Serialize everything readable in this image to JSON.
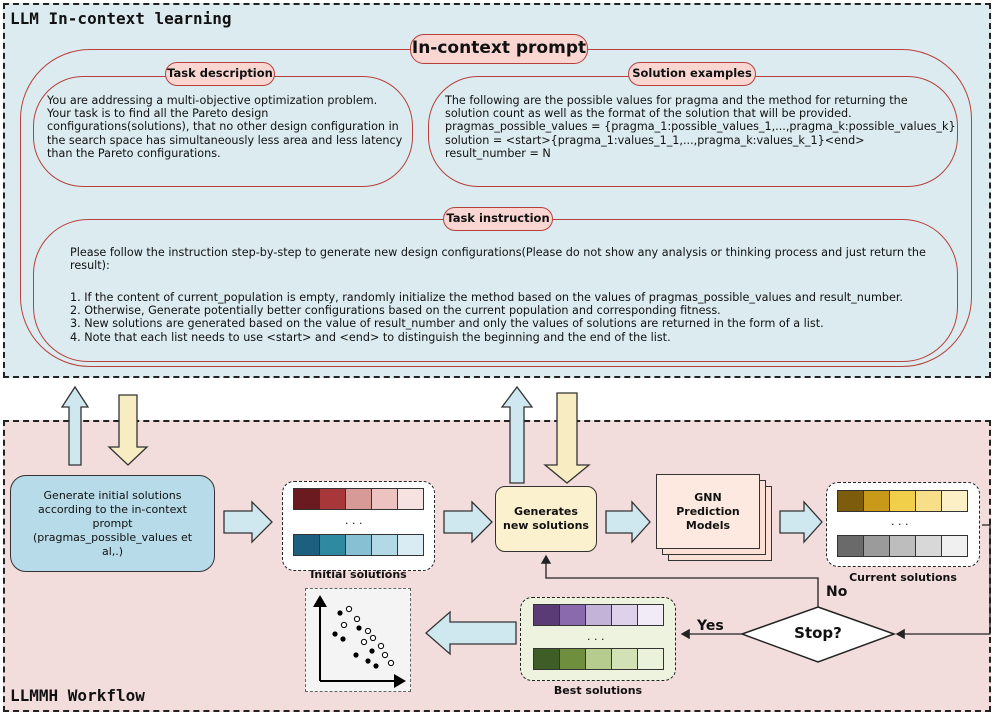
{
  "top_panel": {
    "title": "LLM In-context learning",
    "prompt_label": "In-context prompt",
    "task_description": {
      "label": "Task description",
      "lines": [
        "You are addressing a multi-objective optimization problem.",
        "Your task is to find all the Pareto design",
        "configurations(solutions), that no other design configuration in",
        "the search space has simultaneously less area and less latency",
        "than the Pareto configurations."
      ]
    },
    "solution_examples": {
      "label": "Solution examples",
      "lines": [
        "The following are the possible values for pragma and the method for returning the",
        "solution count as well as the format of the solution that will be provided.",
        "pragmas_possible_values = {pragma_1:possible_values_1,...,pragma_k:possible_values_k}",
        "solution = <start>{pragma_1:values_1_1,...,pragma_k:values_k_1}<end>",
        "result_number = N"
      ]
    },
    "task_instruction": {
      "label": "Task instruction",
      "intro_lines": [
        "Please follow the instruction step-by-step to generate new design configurations(Please do not show any analysis or thinking process and just return the",
        "result):"
      ],
      "steps": [
        "1. If the content of current_population is empty, randomly initialize the method based on the values of pragmas_possible_values and result_number.",
        "2. Otherwise, Generate potentially better configurations based on the current population and corresponding fitness.",
        "3. New solutions are generated based on the value of result_number and only the values of solutions are returned in the form of a list.",
        "4. Note that each list needs to use <start> and <end> to distinguish the beginning and the end of the list."
      ]
    }
  },
  "workflow": {
    "title": "LLMMH Workflow",
    "generate_initial": "Generate initial solutions according to the in-context prompt (pragmas_possible_values et al,.)",
    "initial_solutions_label": "Initial solutions",
    "generates_new": "Generates new solutions",
    "gnn_models": "GNN Prediction Models",
    "current_solutions_label": "Current solutions",
    "stop_label": "Stop?",
    "yes_label": "Yes",
    "no_label": "No",
    "best_solutions_label": "Best solutions",
    "ellipsis": ". . .",
    "colors": {
      "initial_row1": [
        "#6b1a1f",
        "#a8373a",
        "#d89a97",
        "#ecc3c1",
        "#f6e2e1"
      ],
      "initial_row2": [
        "#1d5f7e",
        "#2f8aa1",
        "#88c0d3",
        "#b4d9e6",
        "#d9ecf3"
      ],
      "current_row1": [
        "#7d5c0e",
        "#c99a1a",
        "#f2cf4a",
        "#f7de88",
        "#fbf0c6"
      ],
      "current_row2": [
        "#6a6a6a",
        "#9b9b9b",
        "#bdbdbd",
        "#d8d8d8",
        "#f0f0f0"
      ],
      "best_row1": [
        "#5a3b76",
        "#8a6aad",
        "#c4b3d9",
        "#ddd2ea",
        "#f0ebf6"
      ],
      "best_row2": [
        "#3f5e27",
        "#6f8e3e",
        "#b6cc8e",
        "#d3e2b6",
        "#ebf2dc"
      ]
    }
  }
}
